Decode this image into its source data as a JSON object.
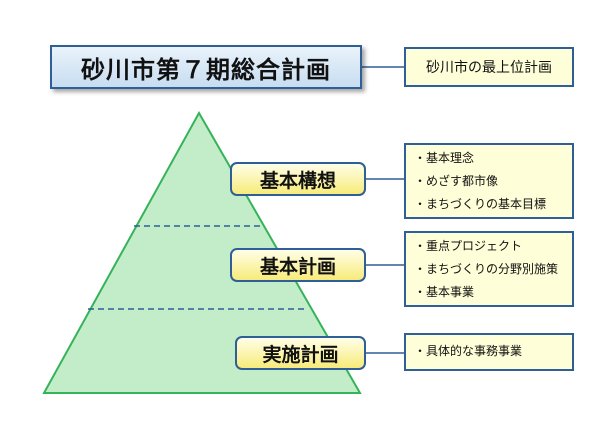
{
  "header": {
    "title": "砂川市第７期総合計画",
    "position_note": "砂川市の最上位計画"
  },
  "levels": [
    {
      "label": "基本構想",
      "items": [
        "・基本理念",
        "・めざす都市像",
        "・まちづくりの基本目標"
      ]
    },
    {
      "label": "基本計画",
      "items": [
        "・重点プロジェクト",
        "・まちづくりの分野別施策",
        "・基本事業"
      ]
    },
    {
      "label": "実施計画",
      "items": [
        "・具体的な事務事業"
      ]
    }
  ],
  "colors": {
    "pyramid_fill": "#c3ecc8",
    "pyramid_stroke": "#35b35a",
    "border": "#2f5f97",
    "label_fill": "#f7eb7a",
    "detail_fill": "#fefed8",
    "title_fill": "#c8ddf1"
  }
}
